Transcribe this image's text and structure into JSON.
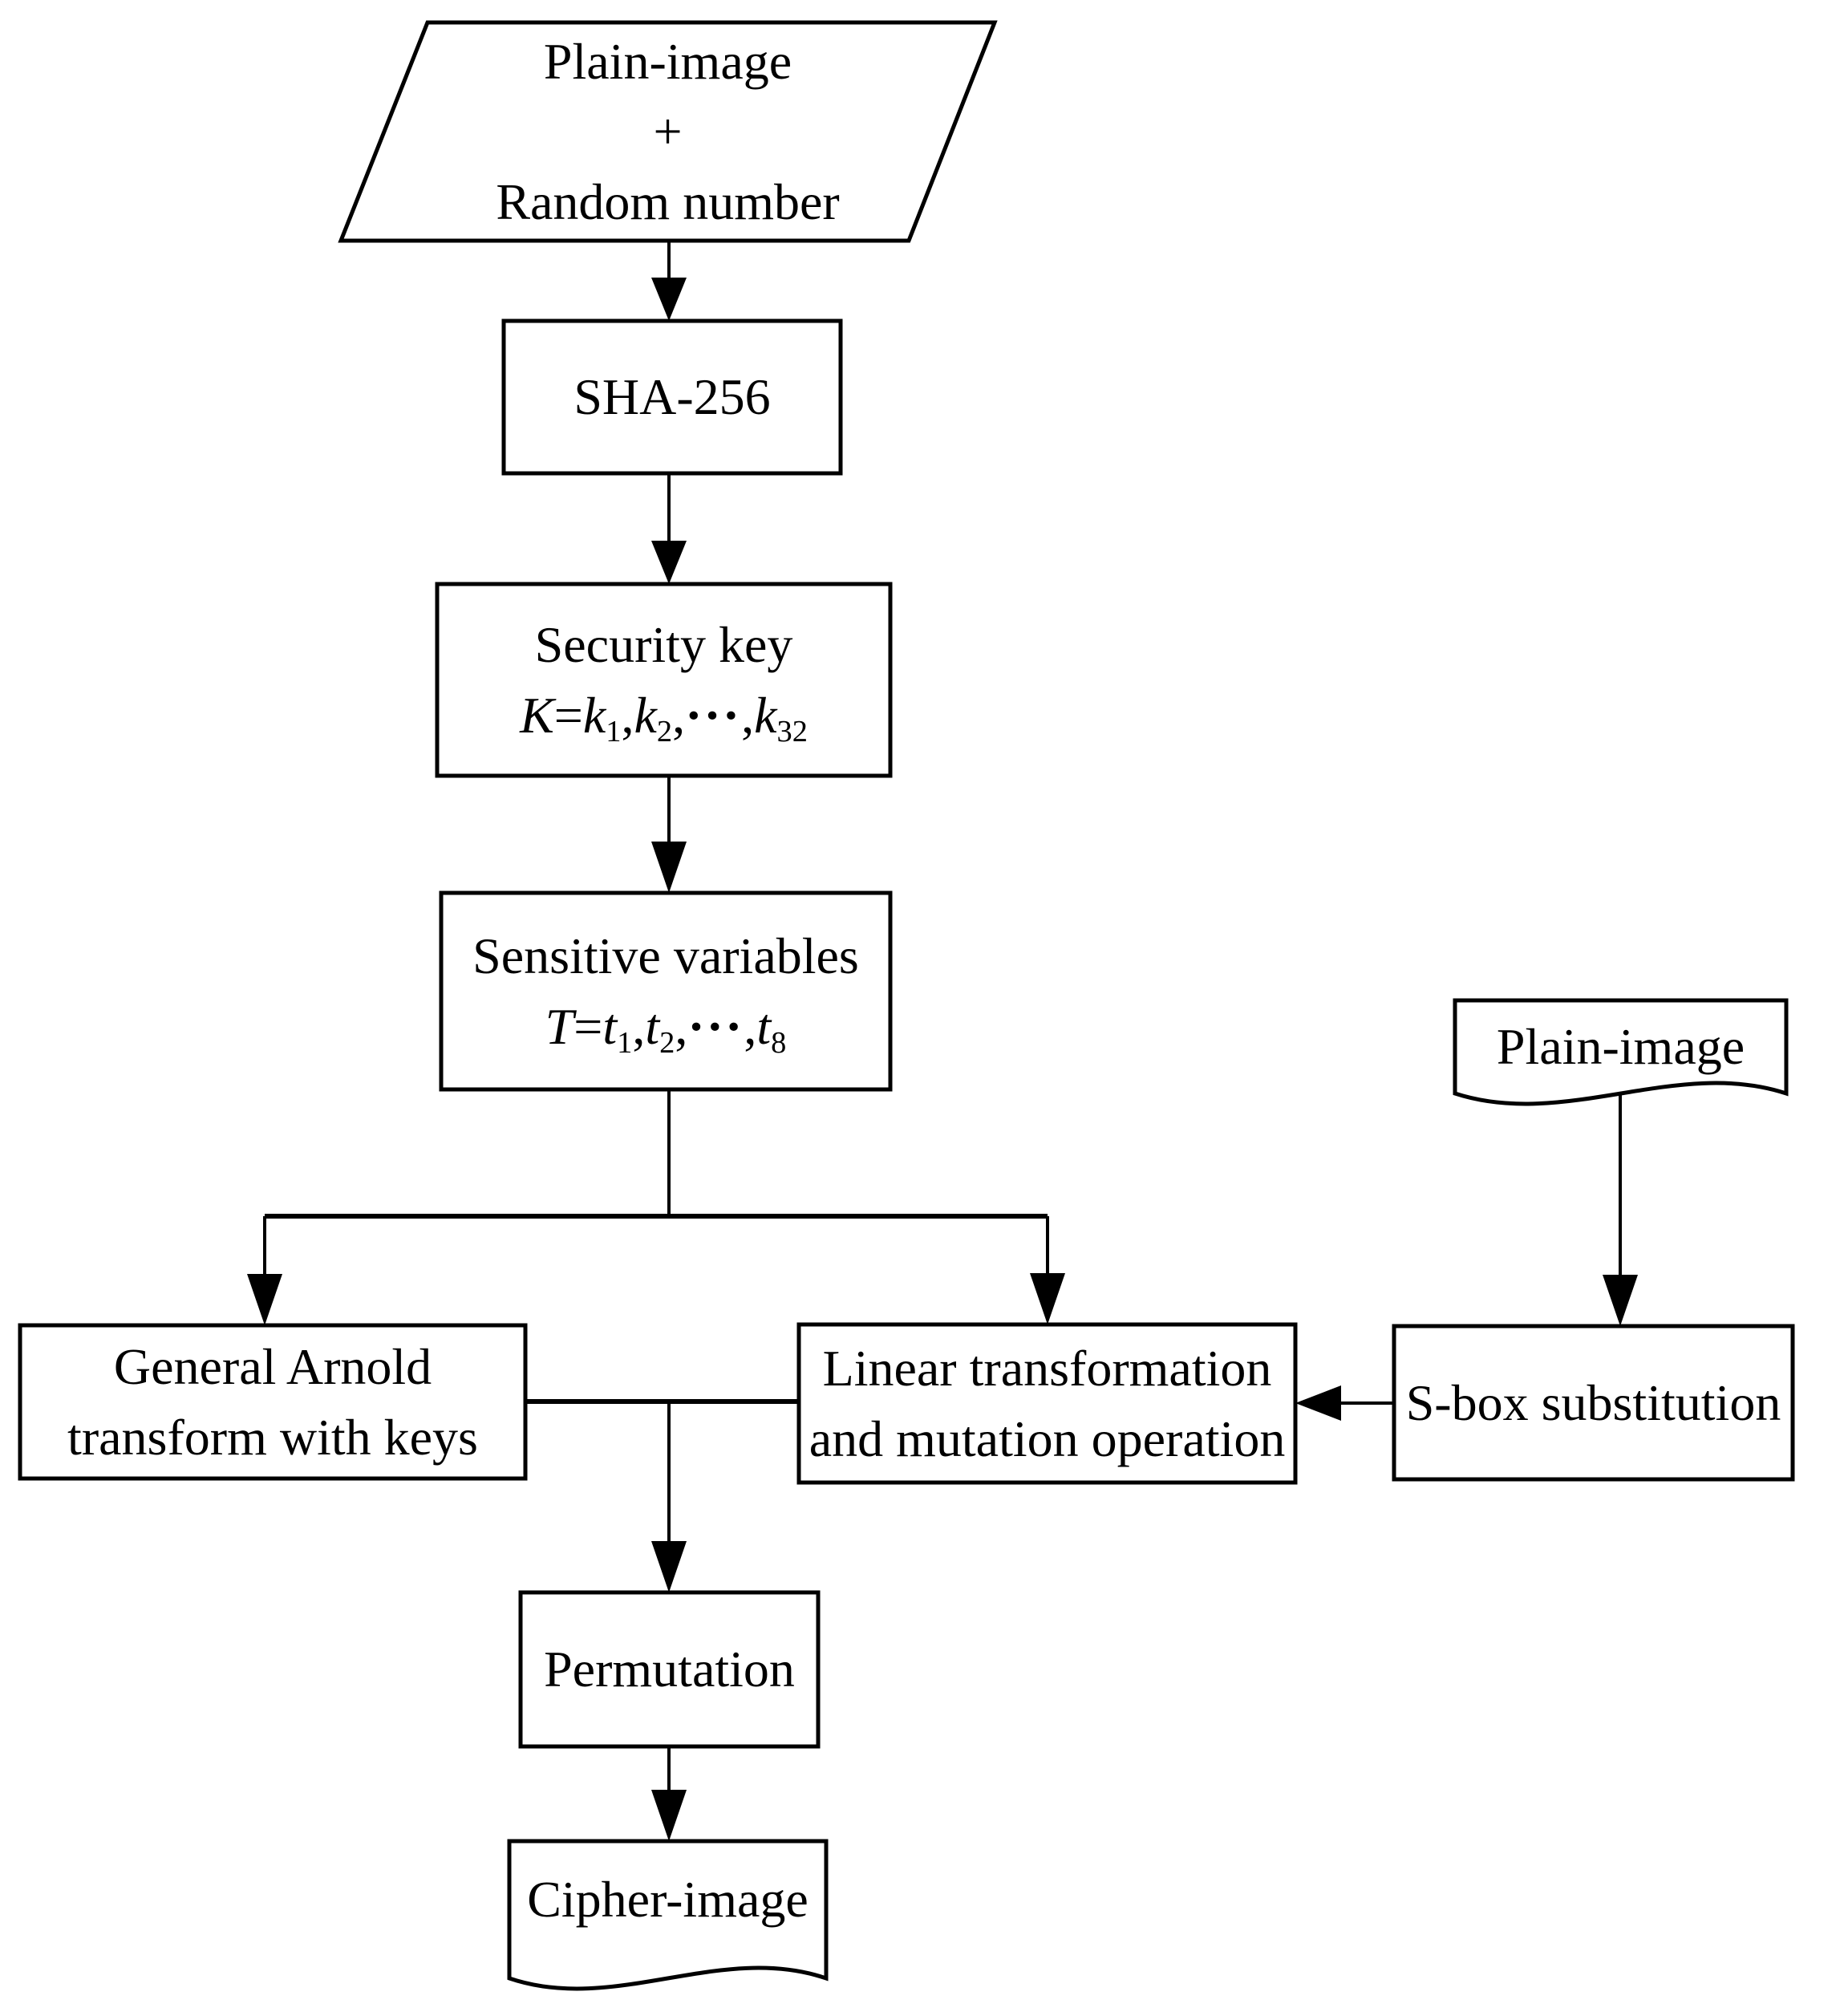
{
  "colors": {
    "stroke": "#000000",
    "background": "#ffffff"
  },
  "nodes": {
    "input": {
      "line1": "Plain-image",
      "line2": "+",
      "line3": "Random number"
    },
    "sha": {
      "label": "SHA-256"
    },
    "security_key": {
      "label": "Security key",
      "formula": "K=k_{1},k_{2},···,k_{32}"
    },
    "sensitive_variables": {
      "label": "Sensitive variables",
      "formula": "T=t_{1},t_{2},···,t_{8}"
    },
    "general_arnold": {
      "line1": "General Arnold",
      "line2": "transform with keys"
    },
    "linear_transformation": {
      "line1": "Linear transformation",
      "line2": "and mutation operation"
    },
    "plain_image_doc": {
      "label": "Plain-image"
    },
    "sbox": {
      "label": "S-box substitution"
    },
    "permutation": {
      "label": "Permutation"
    },
    "cipher_image_doc": {
      "label": "Cipher-image"
    }
  },
  "edges": [
    "input -> sha",
    "sha -> security_key",
    "security_key -> sensitive_variables",
    "sensitive_variables -> general_arnold",
    "sensitive_variables -> linear_transformation",
    "plain_image_doc -> sbox",
    "sbox -> linear_transformation",
    "general_arnold + linear_transformation -> permutation",
    "permutation -> cipher_image_doc"
  ]
}
